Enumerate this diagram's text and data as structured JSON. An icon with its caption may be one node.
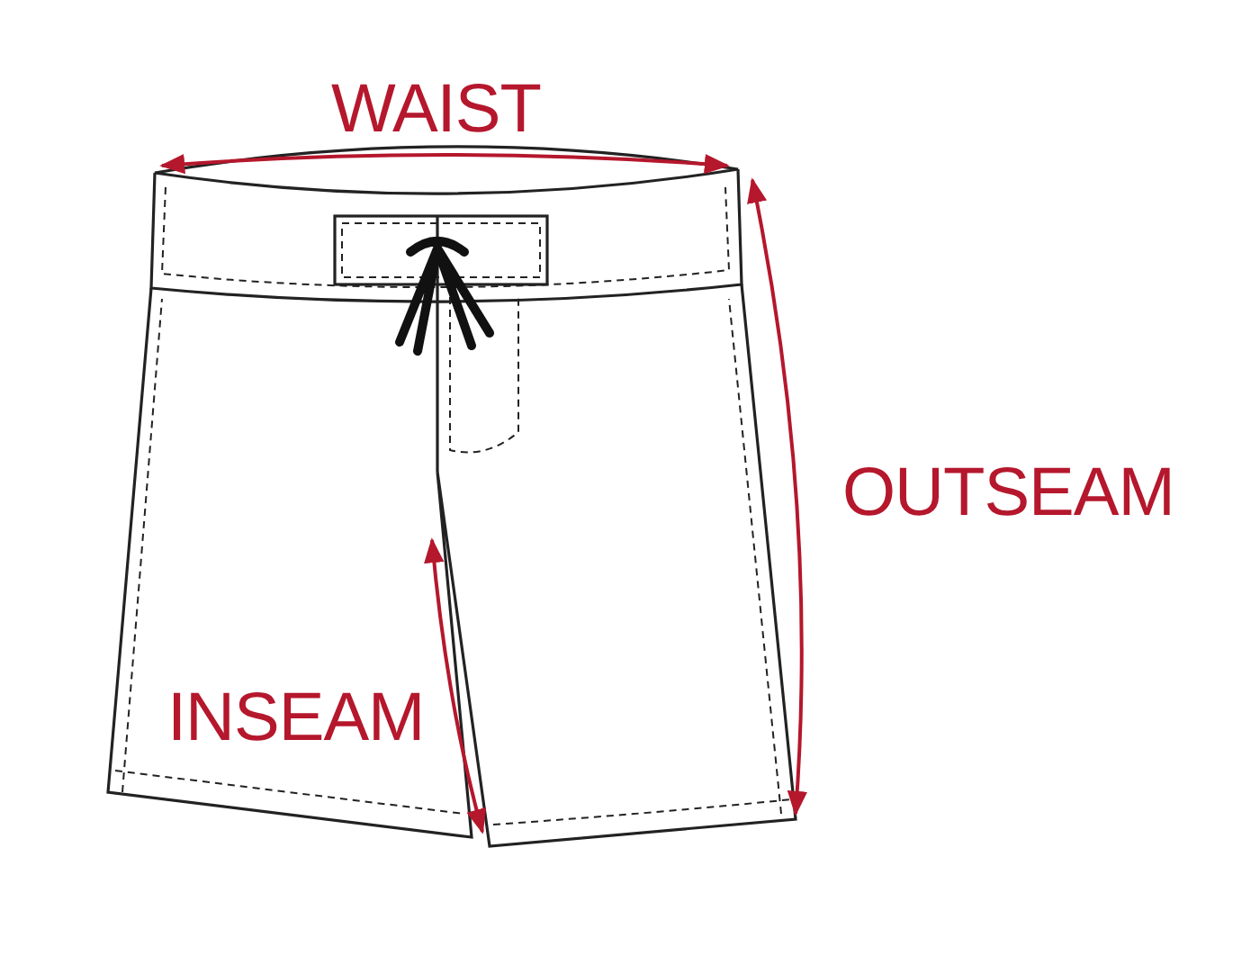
{
  "diagram": {
    "labels": [
      "WAIST",
      "OUTSEAM",
      "INSEAM"
    ]
  }
}
